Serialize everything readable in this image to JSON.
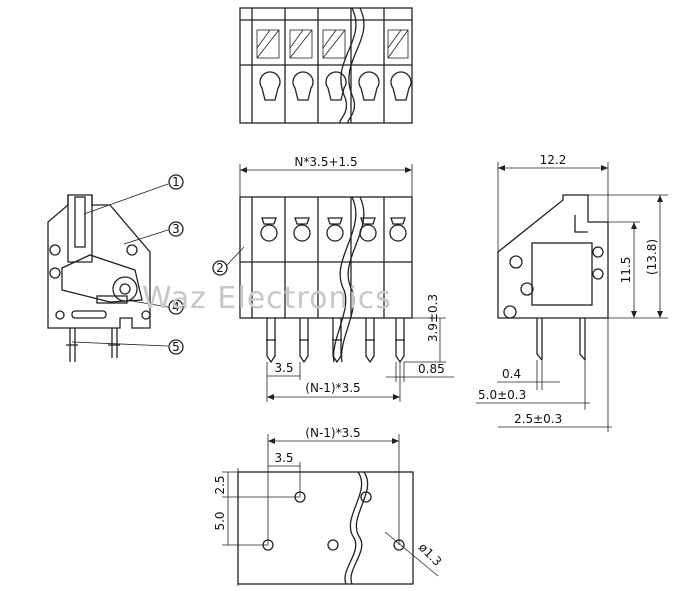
{
  "watermark": "Waz Electronics",
  "callouts": [
    "1",
    "2",
    "3",
    "4",
    "5"
  ],
  "front_view": {
    "top_width": "N*3.5+1.5",
    "pitch": "3.5",
    "pin_span": "(N-1)*3.5",
    "pin_width": "0.85",
    "pin_length": "3.9±0.3"
  },
  "side_view": {
    "depth": "12.2",
    "body_height": "11.5",
    "total_height": "(13.8)",
    "pin_thickness": "0.4",
    "pin_spacing": "5.0±0.3",
    "pin_offset": "2.5±0.3"
  },
  "footprint": {
    "span": "(N-1)*3.5",
    "pitch": "3.5",
    "row_offset": "2.5",
    "row_spacing": "5.0",
    "hole_diameter": "ø1.3"
  }
}
